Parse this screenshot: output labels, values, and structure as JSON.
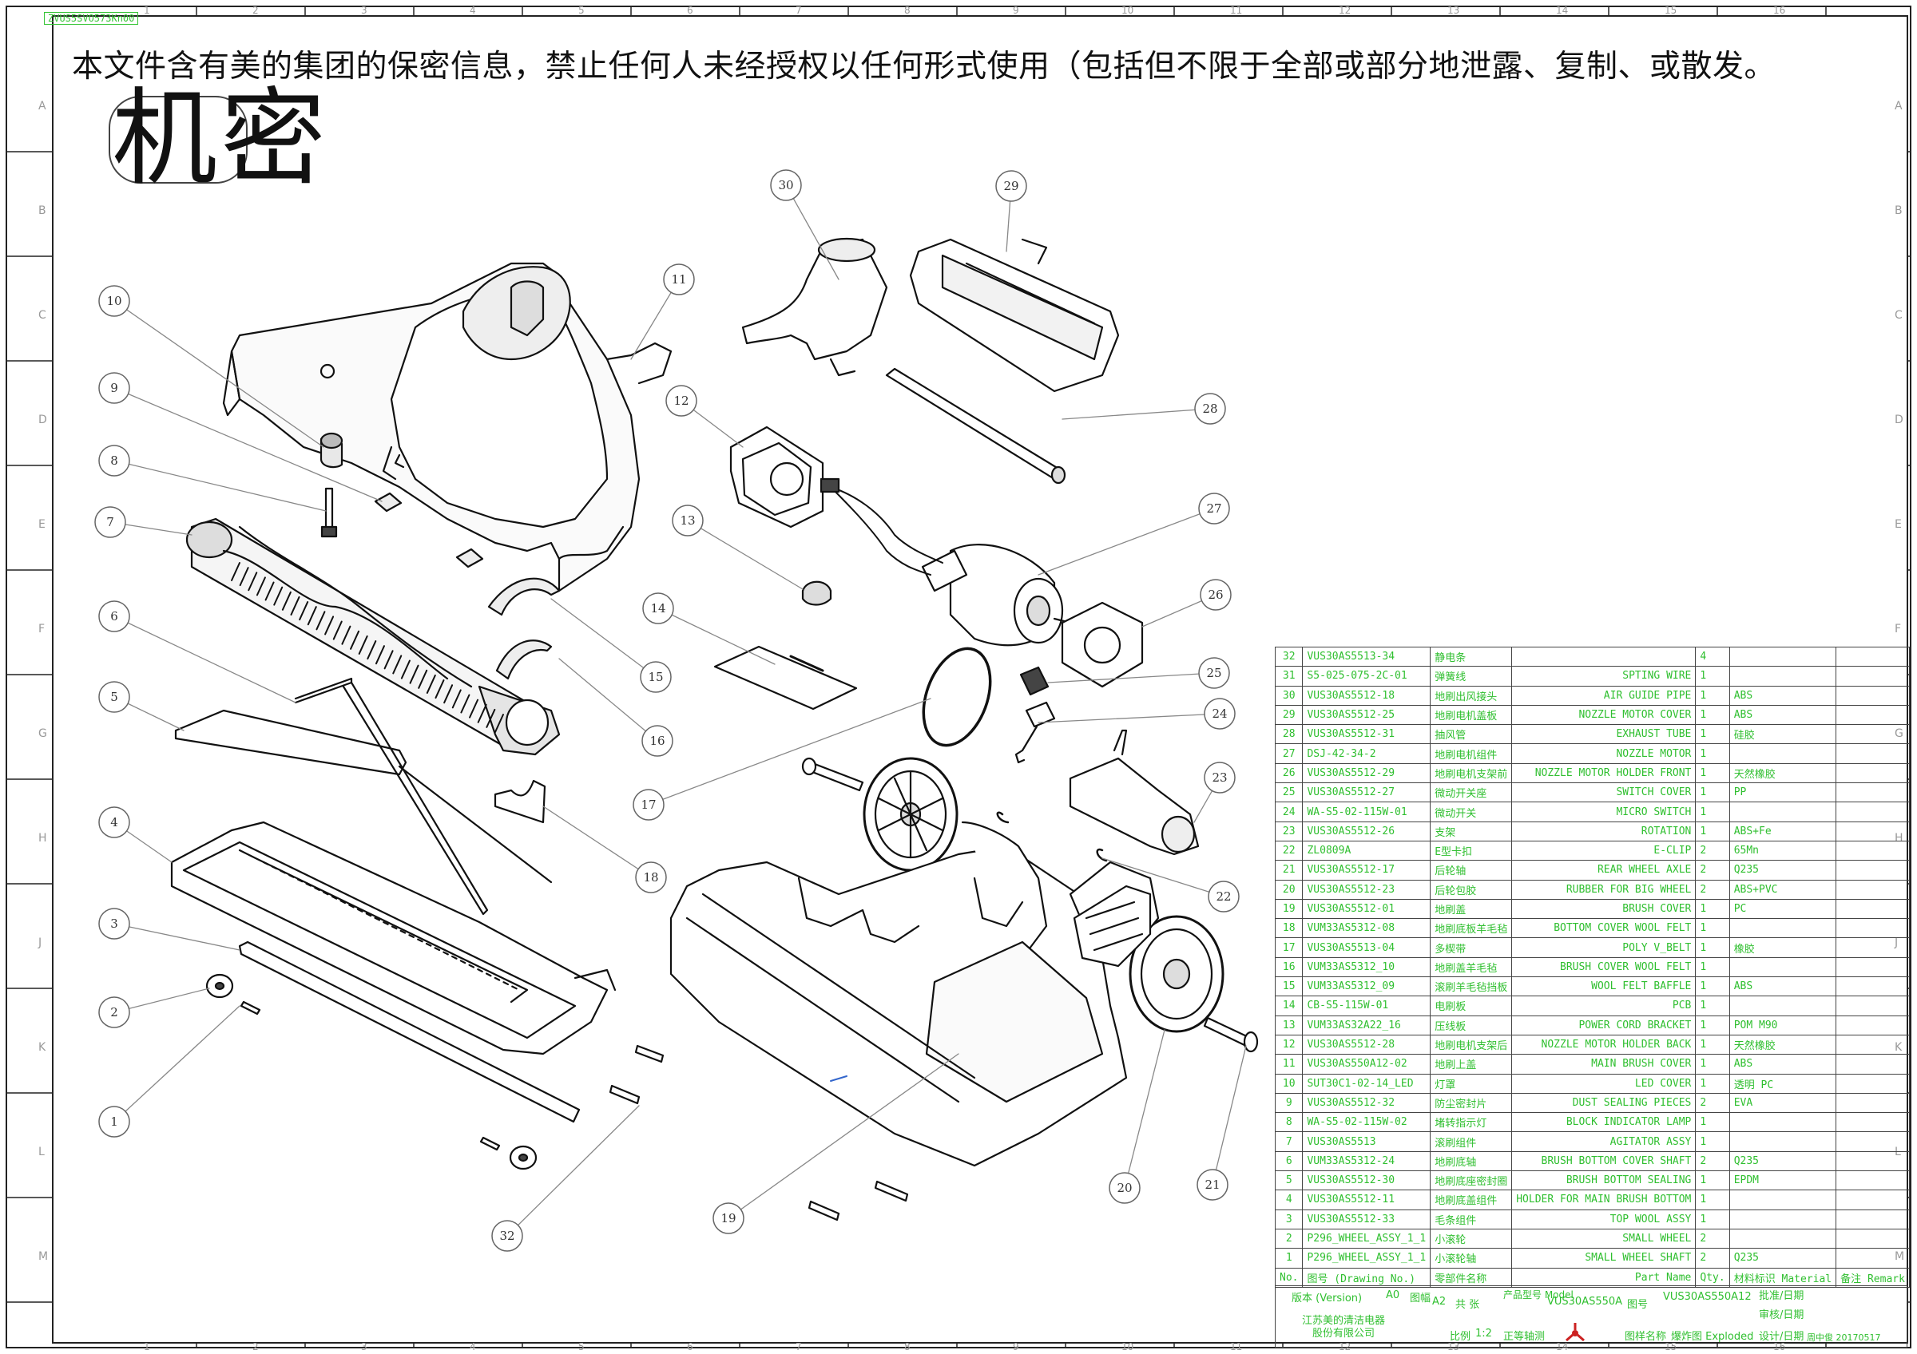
{
  "top_tag": "ZVUS5SVO573Kn00",
  "notice": "本文件含有美的集团的保密信息，禁止任何人未经授权以任何形式使用（包括但不限于全部或部分地泄露、复制、或散发。",
  "stamp": "机密",
  "grid": {
    "letters": [
      "A",
      "B",
      "C",
      "D",
      "E",
      "F",
      "G",
      "H",
      "J",
      "K",
      "L",
      "M"
    ],
    "numbers": [
      "1",
      "2",
      "3",
      "4",
      "5",
      "6",
      "7",
      "8",
      "9",
      "10",
      "11",
      "12",
      "13",
      "14",
      "15",
      "16"
    ]
  },
  "callouts": [
    "1",
    "2",
    "3",
    "4",
    "5",
    "6",
    "7",
    "8",
    "9",
    "10",
    "11",
    "12",
    "13",
    "14",
    "15",
    "16",
    "17",
    "18",
    "19",
    "20",
    "21",
    "22",
    "23",
    "24",
    "25",
    "26",
    "27",
    "28",
    "29",
    "30",
    "32"
  ],
  "bom": {
    "rows": [
      {
        "no": "32",
        "dwg": "VUS30AS5513-34",
        "cn": "静电条",
        "en": "",
        "qty": "4",
        "mat": "",
        "rem": ""
      },
      {
        "no": "31",
        "dwg": "S5-025-075-2C-01",
        "cn": "弹簧线",
        "en": "SPTING WIRE",
        "qty": "1",
        "mat": "",
        "rem": ""
      },
      {
        "no": "30",
        "dwg": "VUS30AS5512-18",
        "cn": "地刷出风接头",
        "en": "AIR GUIDE PIPE",
        "qty": "1",
        "mat": "ABS",
        "rem": ""
      },
      {
        "no": "29",
        "dwg": "VUS30AS5512-25",
        "cn": "地刷电机盖板",
        "en": "NOZZLE MOTOR COVER",
        "qty": "1",
        "mat": "ABS",
        "rem": ""
      },
      {
        "no": "28",
        "dwg": "VUS30AS5512-31",
        "cn": "抽风管",
        "en": "EXHAUST TUBE",
        "qty": "1",
        "mat": "硅胶",
        "rem": ""
      },
      {
        "no": "27",
        "dwg": "DSJ-42-34-2",
        "cn": "地刷电机组件",
        "en": "NOZZLE MOTOR",
        "qty": "1",
        "mat": "",
        "rem": ""
      },
      {
        "no": "26",
        "dwg": "VUS30AS5512-29",
        "cn": "地刷电机支架前",
        "en": "NOZZLE MOTOR HOLDER FRONT",
        "qty": "1",
        "mat": "天然橡胶",
        "rem": ""
      },
      {
        "no": "25",
        "dwg": "VUS30AS5512-27",
        "cn": "微动开关座",
        "en": "SWITCH COVER",
        "qty": "1",
        "mat": "PP",
        "rem": ""
      },
      {
        "no": "24",
        "dwg": "WA-S5-02-115W-01",
        "cn": "微动开关",
        "en": "MICRO SWITCH",
        "qty": "1",
        "mat": "",
        "rem": ""
      },
      {
        "no": "23",
        "dwg": "VUS30AS5512-26",
        "cn": "支架",
        "en": "ROTATION",
        "qty": "1",
        "mat": "ABS+Fe",
        "rem": ""
      },
      {
        "no": "22",
        "dwg": "ZL0809A",
        "cn": "E型卡扣",
        "en": "E-CLIP",
        "qty": "2",
        "mat": "65Mn",
        "rem": ""
      },
      {
        "no": "21",
        "dwg": "VUS30AS5512-17",
        "cn": "后轮轴",
        "en": "REAR WHEEL AXLE",
        "qty": "2",
        "mat": "Q235",
        "rem": ""
      },
      {
        "no": "20",
        "dwg": "VUS30AS5512-23",
        "cn": "后轮包胶",
        "en": "RUBBER FOR BIG WHEEL",
        "qty": "2",
        "mat": "ABS+PVC",
        "rem": ""
      },
      {
        "no": "19",
        "dwg": "VUS30AS5512-01",
        "cn": "地刷盖",
        "en": "BRUSH COVER",
        "qty": "1",
        "mat": "PC",
        "rem": ""
      },
      {
        "no": "18",
        "dwg": "VUM33AS5312-08",
        "cn": "地刷底板羊毛毡",
        "en": "BOTTOM COVER WOOL FELT",
        "qty": "1",
        "mat": "",
        "rem": ""
      },
      {
        "no": "17",
        "dwg": "VUS30AS5513-04",
        "cn": "多楔带",
        "en": "POLY V_BELT",
        "qty": "1",
        "mat": "橡胶",
        "rem": ""
      },
      {
        "no": "16",
        "dwg": "VUM33AS5312_10",
        "cn": "地刷盖羊毛毡",
        "en": "BRUSH COVER WOOL FELT",
        "qty": "1",
        "mat": "",
        "rem": ""
      },
      {
        "no": "15",
        "dwg": "VUM33AS5312_09",
        "cn": "滚刷羊毛毡挡板",
        "en": "WOOL FELT BAFFLE",
        "qty": "1",
        "mat": "ABS",
        "rem": ""
      },
      {
        "no": "14",
        "dwg": "CB-S5-115W-01",
        "cn": "电刷板",
        "en": "PCB",
        "qty": "1",
        "mat": "",
        "rem": ""
      },
      {
        "no": "13",
        "dwg": "VUM33AS32A22_16",
        "cn": "压线板",
        "en": "POWER CORD BRACKET",
        "qty": "1",
        "mat": "POM M90",
        "rem": ""
      },
      {
        "no": "12",
        "dwg": "VUS30AS5512-28",
        "cn": "地刷电机支架后",
        "en": "NOZZLE MOTOR HOLDER BACK",
        "qty": "1",
        "mat": "天然橡胶",
        "rem": ""
      },
      {
        "no": "11",
        "dwg": "VUS30AS550A12-02",
        "cn": "地刷上盖",
        "en": "MAIN BRUSH COVER",
        "qty": "1",
        "mat": "ABS",
        "rem": ""
      },
      {
        "no": "10",
        "dwg": "SUT30C1-02-14_LED",
        "cn": "灯罩",
        "en": "LED COVER",
        "qty": "1",
        "mat": "透明 PC",
        "rem": ""
      },
      {
        "no": "9",
        "dwg": "VUS30AS5512-32",
        "cn": "防尘密封片",
        "en": "DUST SEALING PIECES",
        "qty": "2",
        "mat": "EVA",
        "rem": ""
      },
      {
        "no": "8",
        "dwg": "WA-S5-02-115W-02",
        "cn": "堵转指示灯",
        "en": "BLOCK INDICATOR LAMP",
        "qty": "1",
        "mat": "",
        "rem": ""
      },
      {
        "no": "7",
        "dwg": "VUS30AS5513",
        "cn": "滚刷组件",
        "en": "AGITATOR ASSY",
        "qty": "1",
        "mat": "",
        "rem": ""
      },
      {
        "no": "6",
        "dwg": "VUM33AS5312-24",
        "cn": "地刷底轴",
        "en": "BRUSH BOTTOM COVER SHAFT",
        "qty": "2",
        "mat": "Q235",
        "rem": ""
      },
      {
        "no": "5",
        "dwg": "VUS30AS5512-30",
        "cn": "地刷底座密封圈",
        "en": "BRUSH BOTTOM SEALING",
        "qty": "1",
        "mat": "EPDM",
        "rem": ""
      },
      {
        "no": "4",
        "dwg": "VUS30AS5512-11",
        "cn": "地刷底盖组件",
        "en": "HOLDER FOR MAIN BRUSH BOTTOM",
        "qty": "1",
        "mat": "",
        "rem": ""
      },
      {
        "no": "3",
        "dwg": "VUS30AS5512-33",
        "cn": "毛条组件",
        "en": "TOP WOOL ASSY",
        "qty": "1",
        "mat": "",
        "rem": ""
      },
      {
        "no": "2",
        "dwg": "P296_WHEEL_ASSY_1_1",
        "cn": "小滚轮",
        "en": "SMALL WHEEL",
        "qty": "2",
        "mat": "",
        "rem": ""
      },
      {
        "no": "1",
        "dwg": "P296_WHEEL_ASSY_1_1",
        "cn": "小滚轮轴",
        "en": "SMALL WHEEL SHAFT",
        "qty": "2",
        "mat": "Q235",
        "rem": ""
      }
    ],
    "header": {
      "no": "No.",
      "dwg": "图号 (Drawing No.)",
      "cn": "零部件名称",
      "en": "Part Name",
      "qty": "Qty.",
      "mat": "材料标识 Material",
      "rem": "备注 Remark"
    }
  },
  "title_block": {
    "version_label": "版本 (Version)",
    "version": "A0",
    "sheet_label": "图幅",
    "sheet": "A2",
    "total_label": "共 张",
    "product_model_label": "产品型号 Model",
    "product_model": "VUS30AS550A",
    "drawing_no_label": "图号",
    "drawing_no": "VUS30AS550A12",
    "approve": "批准/日期",
    "review": "审核/日期",
    "design": "设计/日期",
    "company": "江苏美的清洁电器股份有限公司",
    "scale_label": "比例",
    "scale": "1:2",
    "projection": "正等轴测",
    "drawing_name_label": "图样名称",
    "drawing_name": "爆炸图 Exploded",
    "date": "周中俊 20170517"
  }
}
